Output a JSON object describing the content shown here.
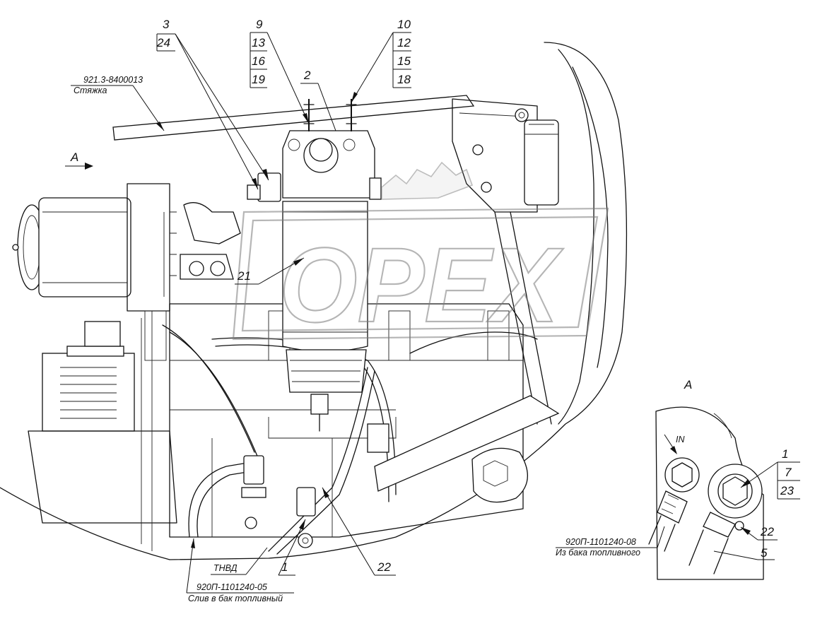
{
  "callouts": {
    "c3": "3",
    "c24": "24",
    "c9": "9",
    "c13": "13",
    "c16": "16",
    "c19": "19",
    "c10": "10",
    "c12": "12",
    "c15": "15",
    "c18": "18",
    "c2": "2",
    "c21": "21",
    "c22": "22",
    "c1": "1",
    "detail_c1": "1",
    "detail_c7": "7",
    "detail_c23": "23",
    "detail_c22": "22",
    "detail_c5": "5"
  },
  "view_label": "A",
  "view_arrow_label": "A",
  "detail_inlet_label": "IN",
  "notes": {
    "tie_part": "921.3-8400013",
    "tie_name": "Стяжка",
    "tnvd": "ТНВД",
    "drain_part": "920П-1101240-05",
    "drain_desc": "Слив в бак топливный",
    "from_tank_part": "920П-1101240-08",
    "from_tank_desc": "Из бака топливного"
  },
  "watermark": "OPEX",
  "colors": {
    "ink": "#111111",
    "watermark": "#7a7a7a",
    "background": "#ffffff"
  }
}
